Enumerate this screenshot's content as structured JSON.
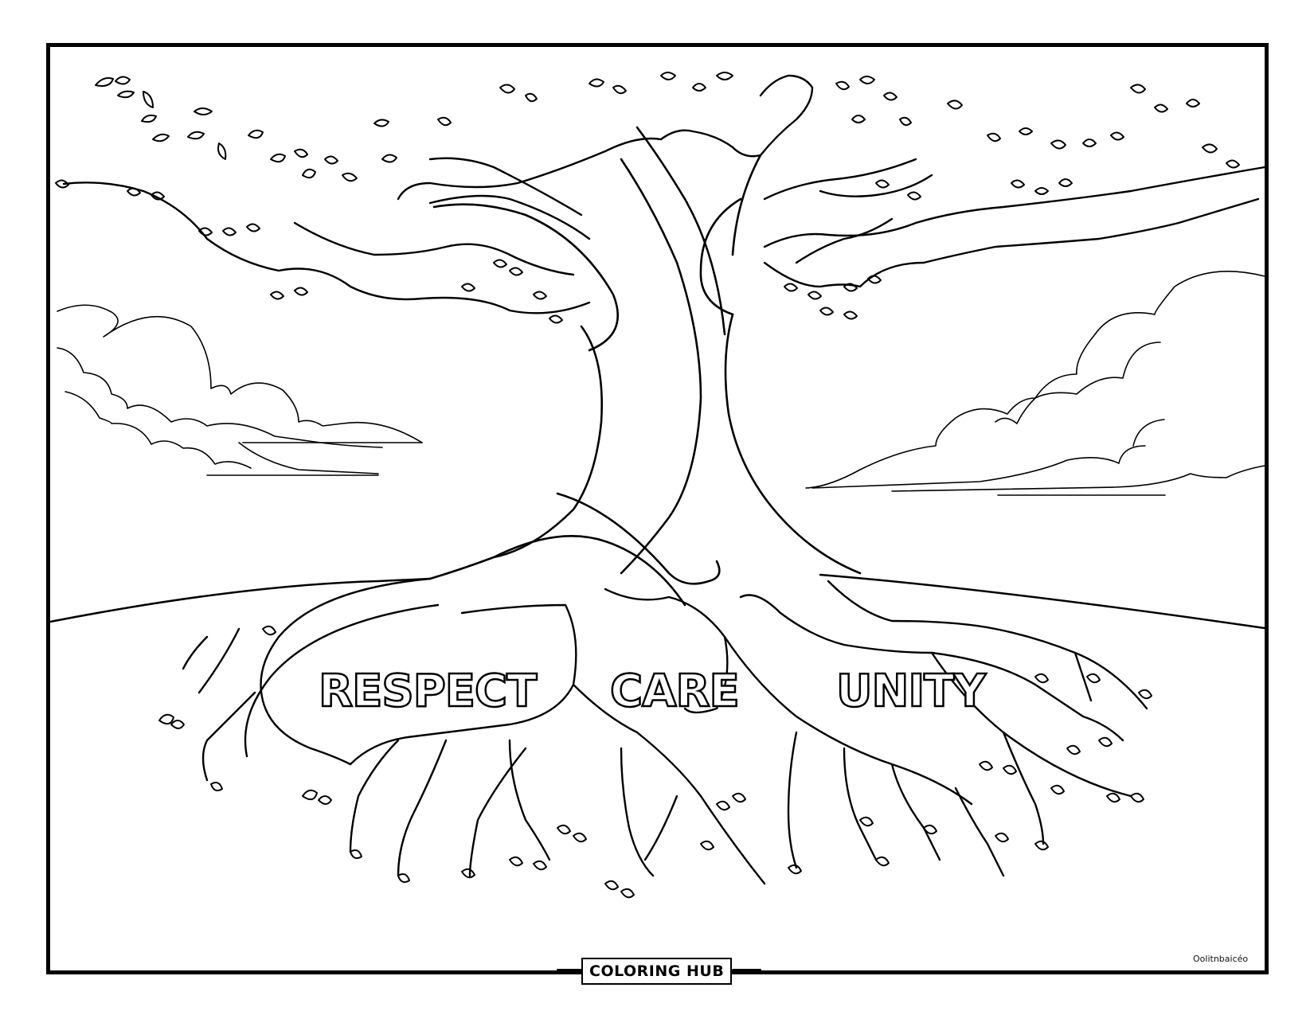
{
  "page": {
    "type": "coloring-page",
    "subject": "tree with roots"
  },
  "root_words": [
    {
      "label": "RESPECT"
    },
    {
      "label": "CARE"
    },
    {
      "label": "UNITY"
    }
  ],
  "footer": {
    "brand_label": "COLORING HUB",
    "signature": "Oolitnbaicéo"
  },
  "colors": {
    "line": "#000000",
    "background": "#ffffff"
  }
}
